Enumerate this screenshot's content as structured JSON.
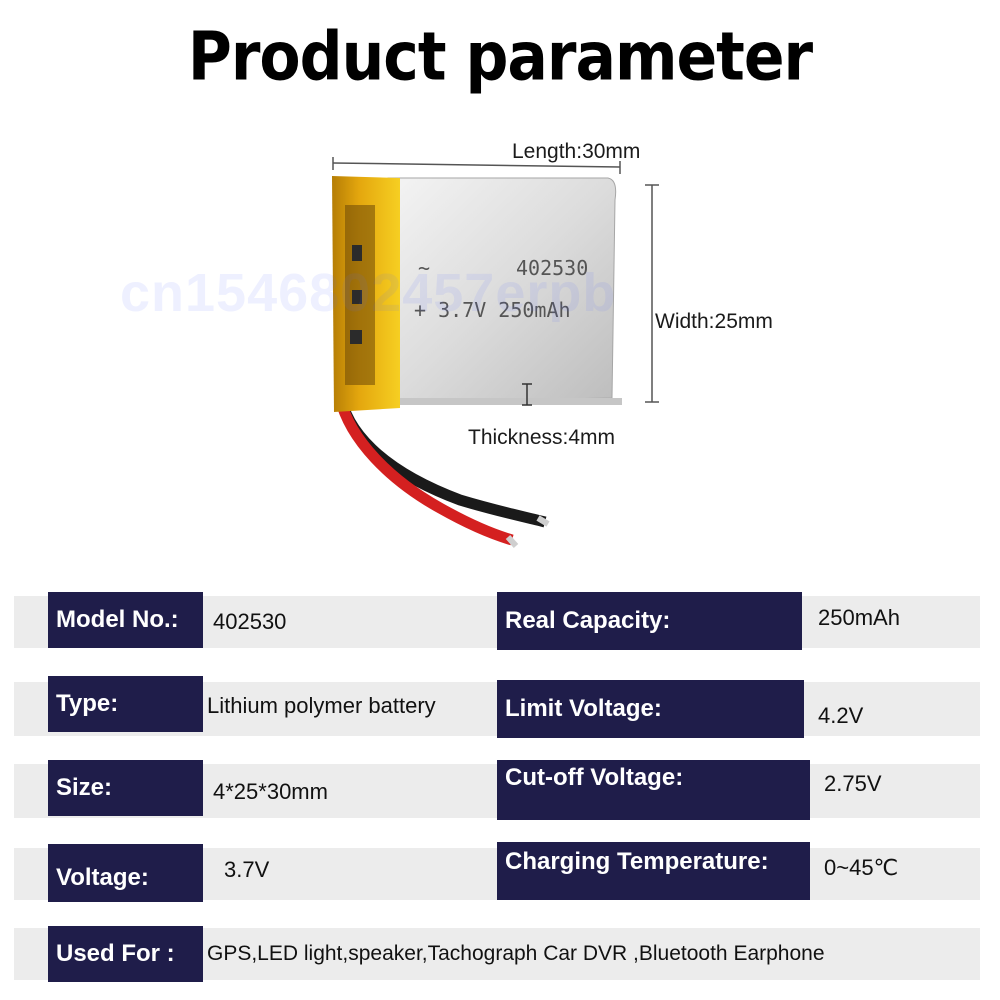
{
  "title": "Product parameter",
  "watermark": "cn1546802457erpb",
  "battery": {
    "print_line1_symbol": "~",
    "print_model": "402530",
    "print_line2": "+ 3.7V 250mAh",
    "length_label": "Length:30mm",
    "width_label": "Width:25mm",
    "thickness_label": "Thickness:4mm"
  },
  "specs": {
    "model_label": "Model No.:",
    "model_value": "402530",
    "capacity_label": "Real Capacity:",
    "capacity_value": "250mAh",
    "type_label": "Type:",
    "type_value": "Lithium polymer battery",
    "limit_label": "Limit Voltage:",
    "limit_value": "4.2V",
    "size_label": "Size:",
    "size_value": "4*25*30mm",
    "cutoff_label": "Cut-off Voltage:",
    "cutoff_value": "2.75V",
    "voltage_label": "Voltage:",
    "voltage_value": "3.7V",
    "charging_label": "Charging Temperature:",
    "charging_value": "0~45℃",
    "used_label": "Used For :",
    "used_value": "GPS,LED light,speaker,Tachograph Car DVR ,Bluetooth Earphone"
  },
  "colors": {
    "label_bg": "#1f1d4a",
    "strip_bg": "#ececec",
    "cell_yellow": "#f2c41a",
    "wire_red": "#d42020"
  }
}
